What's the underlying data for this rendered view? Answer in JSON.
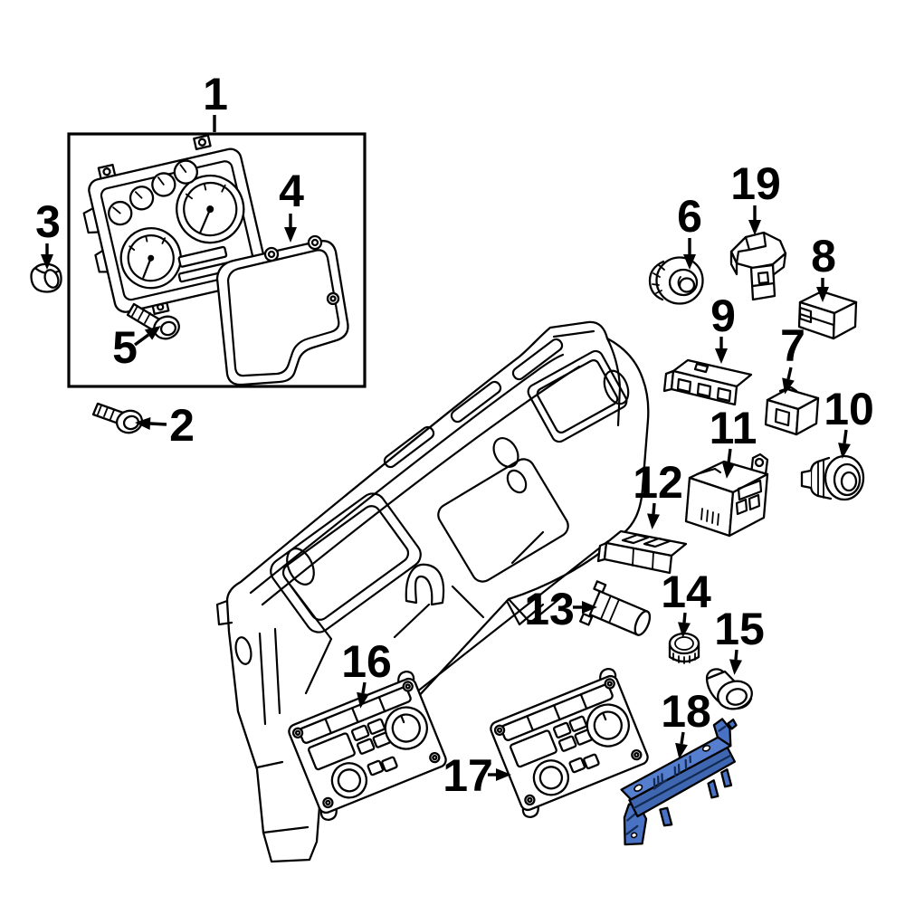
{
  "diagram": {
    "background_color": "#ffffff",
    "line_color": "#000000",
    "highlighted_part_number": "18",
    "highlight": {
      "base": "#4a72c4",
      "top": "#567ecf",
      "front": "#3f66b0",
      "detail": "#132a52"
    }
  },
  "parts": {
    "p1": {
      "number": "1"
    },
    "p2": {
      "number": "2"
    },
    "p3": {
      "number": "3"
    },
    "p4": {
      "number": "4"
    },
    "p5": {
      "number": "5"
    },
    "p6": {
      "number": "6"
    },
    "p7": {
      "number": "7"
    },
    "p8": {
      "number": "8"
    },
    "p9": {
      "number": "9"
    },
    "p10": {
      "number": "10"
    },
    "p11": {
      "number": "11"
    },
    "p12": {
      "number": "12"
    },
    "p13": {
      "number": "13"
    },
    "p14": {
      "number": "14"
    },
    "p15": {
      "number": "15"
    },
    "p16": {
      "number": "16"
    },
    "p17": {
      "number": "17"
    },
    "p18": {
      "number": "18"
    },
    "p19": {
      "number": "19"
    }
  }
}
